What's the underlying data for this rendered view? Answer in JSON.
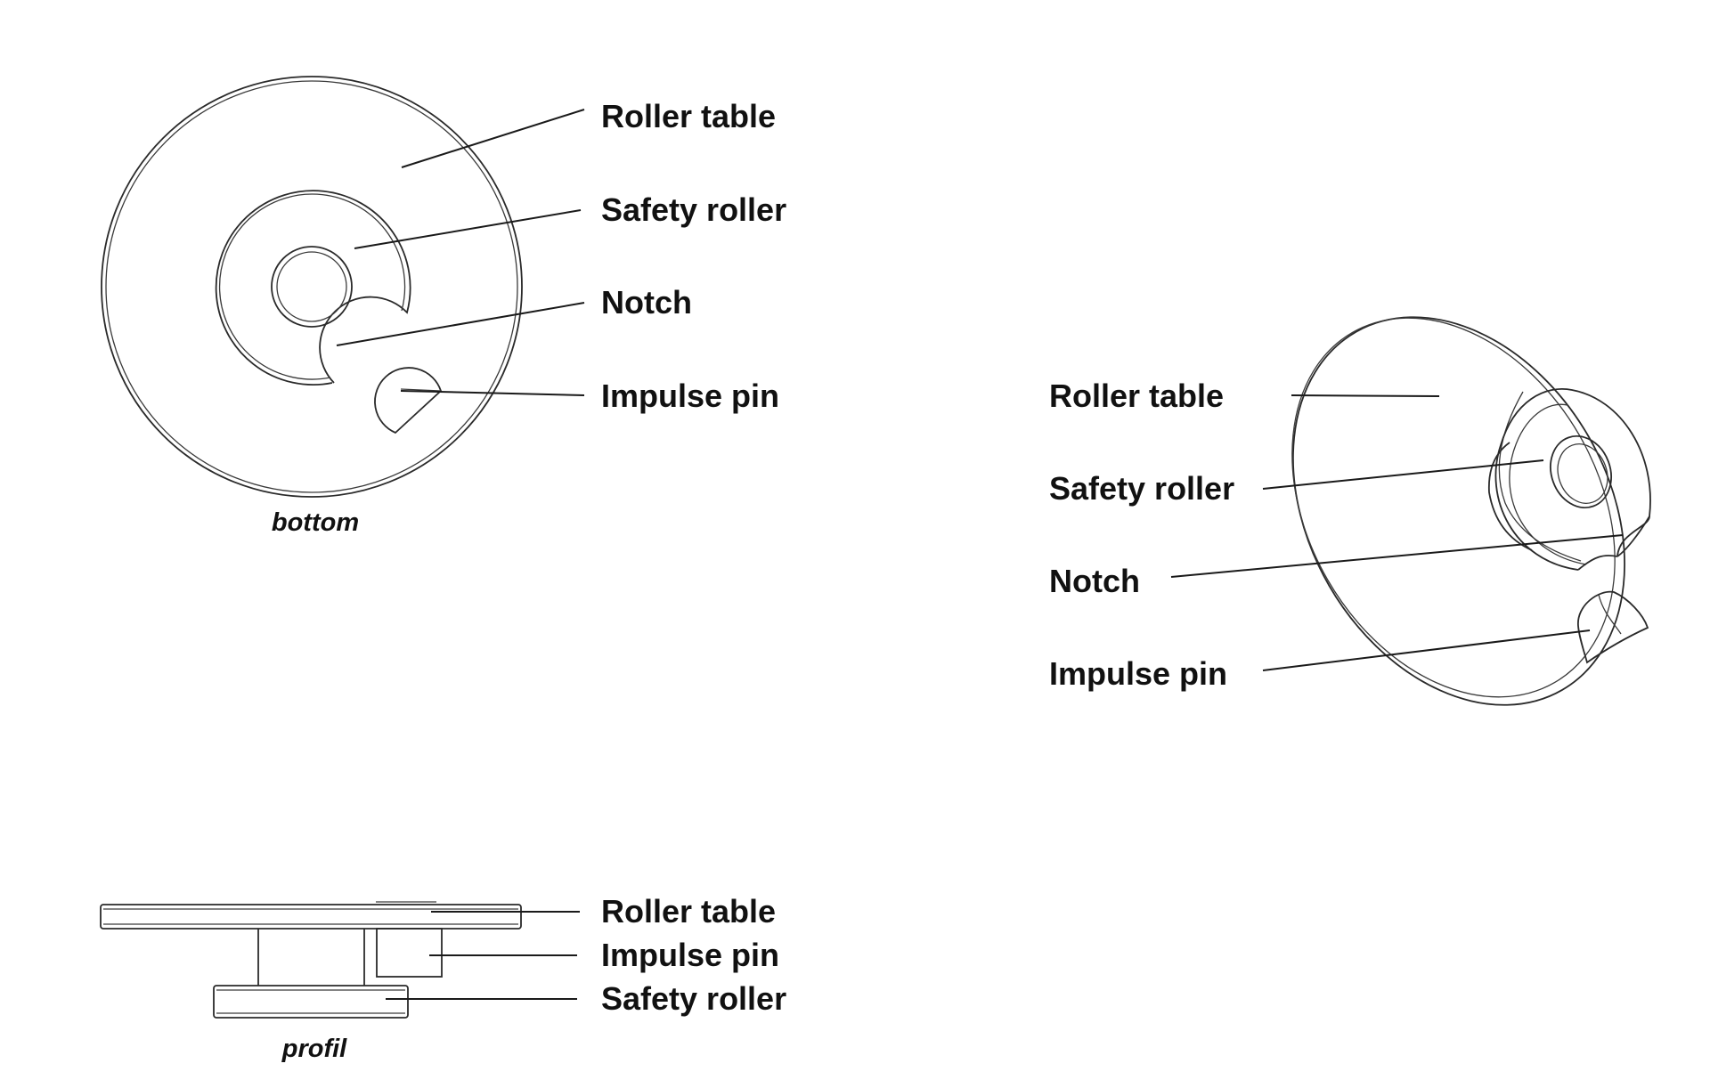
{
  "views": {
    "bottom": {
      "caption": "bottom",
      "labels": {
        "roller_table": "Roller table",
        "safety_roller": "Safety roller",
        "notch": "Notch",
        "impulse_pin": "Impulse pin"
      }
    },
    "perspective": {
      "labels": {
        "roller_table": "Roller table",
        "safety_roller": "Safety roller",
        "notch": "Notch",
        "impulse_pin": "Impulse pin"
      }
    },
    "profile": {
      "caption": "profil",
      "labels": {
        "roller_table": "Roller table",
        "impulse_pin": "Impulse pin",
        "safety_roller": "Safety roller"
      }
    }
  },
  "colors": {
    "line": "#2a2a2a",
    "text": "#111111",
    "background": "#ffffff"
  }
}
